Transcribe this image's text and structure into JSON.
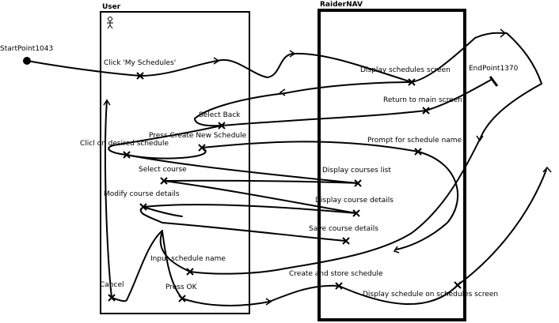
{
  "lanes": {
    "user": "User",
    "system": "RaiderNAV"
  },
  "start_label": "StartPoint1043",
  "end_label": "EndPoint1370",
  "steps": {
    "click_my_schedules": "Click 'My Schedules'",
    "display_schedules_screen": "Display schedules screen",
    "select_back": "Select Back",
    "return_to_main": "Return to main screen",
    "press_create_new": "Press Create New Schedule",
    "prompt_schedule_name": "Prompt for schedule name",
    "click_desired_schedule": "Clicl on desired schedule",
    "select_course": "Select course",
    "display_courses_list": "Display courses list",
    "modify_course_details": "Modify course details",
    "display_course_details": "Display course details",
    "save_course_details": "Save course details",
    "input_schedule_name": "Input schedule name",
    "create_store_schedule": "Create and store schedule",
    "cancel": "Cancel",
    "press_ok": "Press OK",
    "display_schedule_on_screen": "Display schedule on schedules screen"
  }
}
